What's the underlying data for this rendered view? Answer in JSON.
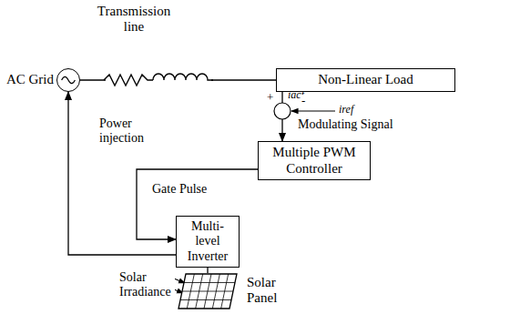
{
  "diagram": {
    "nodes": [
      {
        "text": [
          "AC Grid"
        ]
      },
      {
        "text": [
          "Non-Linear Load"
        ]
      },
      {
        "text": [
          "Multiple PWM Controller"
        ]
      },
      {
        "text": [
          "Multi-level Inverter"
        ]
      },
      {
        "text": [
          "Solar Panel"
        ]
      }
    ],
    "edges": [
      {
        "from": 0,
        "to": 1,
        "arrow": "none"
      },
      {
        "from": 1,
        "to": 2,
        "arrow": "to",
        "label": "Modulating Signal"
      },
      {
        "from": 2,
        "to": 3,
        "arrow": "to",
        "label": "Gate Pulse"
      },
      {
        "from": 3,
        "to": 0,
        "arrow": "to",
        "label": "Power injection"
      },
      {
        "from": 4,
        "to": 3,
        "arrow": "none"
      }
    ],
    "labels": [
      "Transmission line",
      "iact",
      "+",
      "iref",
      "-",
      "Solar Irradiance"
    ]
  }
}
